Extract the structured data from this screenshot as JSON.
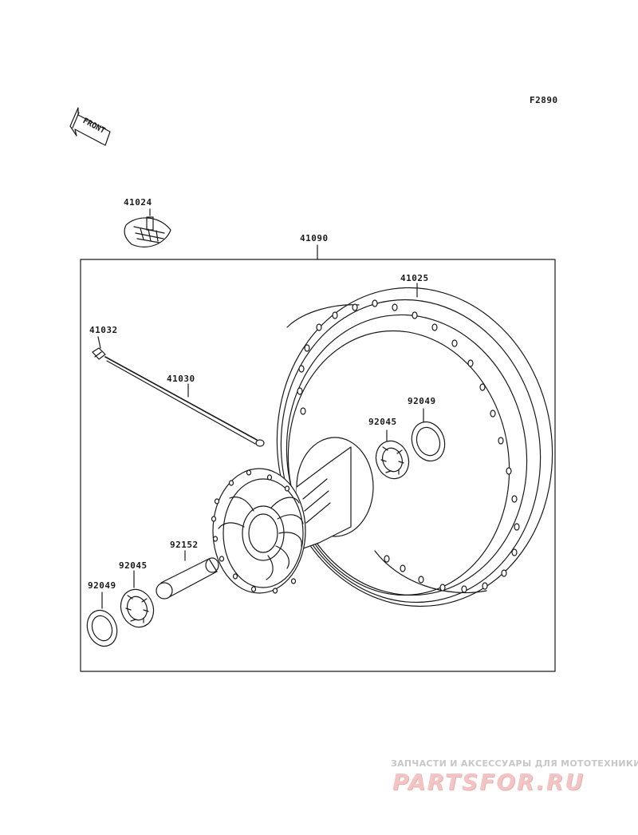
{
  "figure_code": "F2890",
  "front_arrow_text": "FRONT",
  "parts": {
    "valve": "41024",
    "wheel_assy": "41090",
    "rim": "41025",
    "spoke_nipple": "41032",
    "spoke": "41030",
    "seal_right": "92049",
    "bearing_right": "92045",
    "collar": "92152",
    "bearing_left": "92045",
    "seal_left": "92049"
  },
  "watermark": {
    "tagline": "ЗАПЧАСТИ И АКСЕССУАРЫ ДЛЯ МОТОТЕХНИКИ",
    "logo": "PARTSFOR.RU"
  },
  "colors": {
    "line": "#1a1a1a",
    "watermark_text": "#c7c7c7",
    "watermark_logo": "#f2c4c4"
  }
}
